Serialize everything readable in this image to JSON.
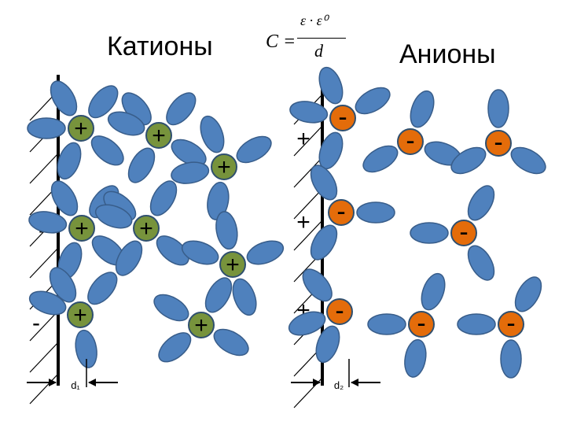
{
  "titles": {
    "cations": "Катионы",
    "anions": "Анионы"
  },
  "formula": {
    "lhs": "C =",
    "numerator": "ε · ε⁰",
    "denominator": "d"
  },
  "dimension_labels": {
    "d1": "d₁",
    "d2": "d₂"
  },
  "signs": {
    "plus": "+",
    "minus": "-"
  },
  "colors": {
    "cation": "#77933c",
    "anion": "#e46c0a",
    "solvent": "#4f81bd",
    "solvent_edge": "#385d8a",
    "ion_edge": "#2f4f6f"
  }
}
